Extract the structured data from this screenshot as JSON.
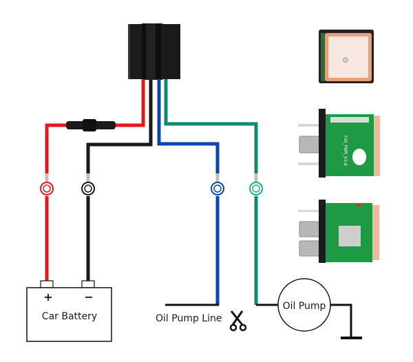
{
  "diagram": {
    "title": "GPS tracker relay wiring diagram",
    "labels": {
      "battery": "Car Battery",
      "battery_positive": "+",
      "battery_negative": "−",
      "oil_pump_line": "Oil Pump Line",
      "oil_pump": "Oil Pump"
    },
    "wires": [
      {
        "name": "red",
        "color": "#e0191c",
        "from": "relay",
        "to": "battery-positive",
        "has_fuse": true
      },
      {
        "name": "black",
        "color": "#1a1a1a",
        "from": "relay",
        "to": "battery-negative"
      },
      {
        "name": "blue",
        "color": "#0b46b0",
        "from": "relay",
        "to": "oil-pump-line"
      },
      {
        "name": "green",
        "color": "#0e8a6c",
        "from": "relay",
        "to": "oil-pump"
      }
    ],
    "modules": [
      {
        "name": "gps-antenna-module"
      },
      {
        "name": "board-side-view"
      },
      {
        "name": "board-component-view"
      }
    ],
    "board_marking": "720_PWR_V2.6",
    "icons": {
      "cut": "scissors-icon",
      "ground": "ground-symbol"
    }
  }
}
